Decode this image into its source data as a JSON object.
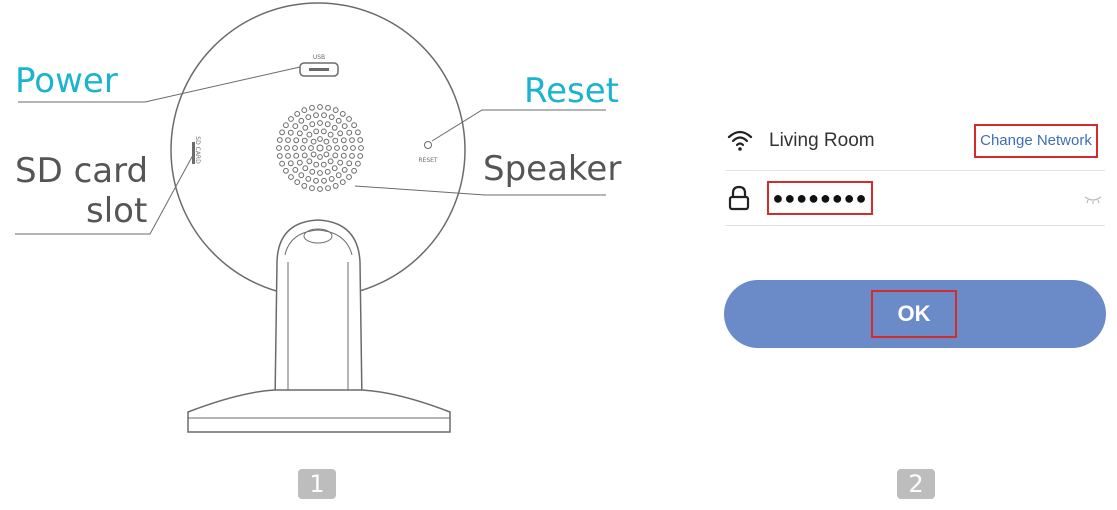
{
  "diagram1": {
    "callouts": {
      "power": "Power",
      "reset": "Reset",
      "sd_card_line1": "SD card",
      "sd_card_line2": "slot",
      "speaker": "Speaker"
    },
    "device_labels": {
      "usb": "USB",
      "reset": "RESET",
      "sd": "SD CARD"
    },
    "step_number": "1",
    "colors": {
      "accent": "#1bb3cf",
      "text": "#555555",
      "stroke": "#6b6b6b"
    }
  },
  "diagram2": {
    "network_name": "Living Room",
    "change_network_label": "Change Network",
    "password_mask": "●●●●●●●●",
    "ok_label": "OK",
    "step_number": "2",
    "icons": [
      "wifi-icon",
      "lock-icon",
      "eye-closed-icon"
    ],
    "colors": {
      "button": "#6a8ac8",
      "highlight": "#d52b2b",
      "link": "#3f6fb5"
    }
  }
}
